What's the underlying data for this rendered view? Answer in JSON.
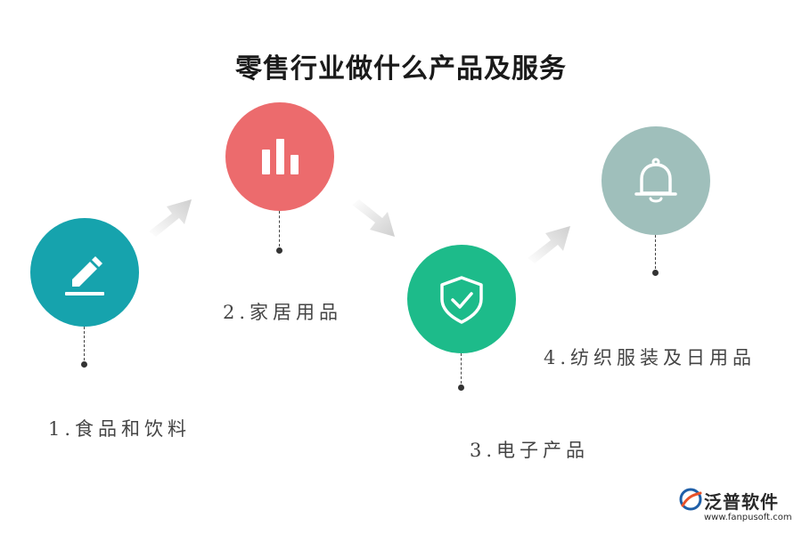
{
  "title": "零售行业做什么产品及服务",
  "steps": [
    {
      "label": "1.食品和饮料",
      "icon": "pencil-edit-icon",
      "color": "#16a3ad"
    },
    {
      "label": "2.家居用品",
      "icon": "bar-chart-icon",
      "color": "#ec6b6d"
    },
    {
      "label": "3.电子产品",
      "icon": "shield-check-icon",
      "color": "#1dbb8a"
    },
    {
      "label": "4.纺织服装及日用品",
      "icon": "bell-icon",
      "color": "#9fbfbb"
    }
  ],
  "brand": {
    "name": "泛普软件",
    "url": "www.fanpusoft.com",
    "color": "#1f5fa8",
    "accent": "#e8522a"
  }
}
